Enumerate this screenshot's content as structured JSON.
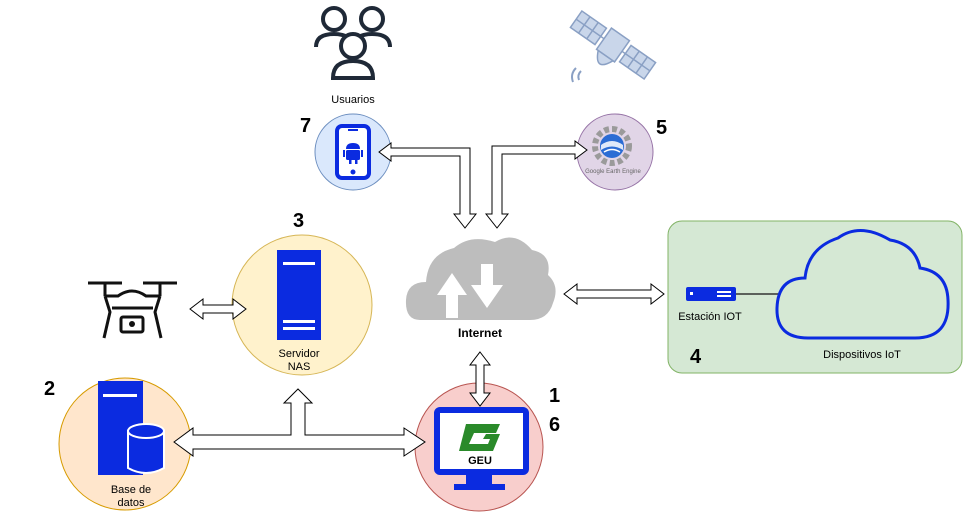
{
  "nodes": {
    "usuarios": {
      "label": "Usuarios",
      "number": "7"
    },
    "satellite": {
      "label": "Google Earth Engine",
      "number": "5"
    },
    "servidor": {
      "label_line1": "Servidor",
      "label_line2": "NAS",
      "number": "3"
    },
    "internet": {
      "label": "Internet"
    },
    "iot": {
      "station_label": "Estación IOT",
      "devices_label": "Dispositivos IoT",
      "number": "4"
    },
    "database": {
      "label_line1": "Base de",
      "label_line2": "datos",
      "number": "2"
    },
    "geu": {
      "label": "GEU",
      "number_a": "1",
      "number_b": "6"
    }
  },
  "colors": {
    "blue_fill": "#dae8fc",
    "blue_stroke": "#6c8ebf",
    "purple_fill": "#e1d5e7",
    "purple_stroke": "#9673a6",
    "yellow_fill": "#fff2cc",
    "yellow_stroke": "#d6b656",
    "orange_fill": "#ffe6cc",
    "orange_stroke": "#d79b00",
    "red_fill": "#f8cecc",
    "red_stroke": "#b85450",
    "green_fill": "#d5e8d4",
    "green_stroke": "#82b366",
    "device_blue": "#0b2be0",
    "cloud_gray": "#bfbfbf",
    "geu_green": "#2a8a2a"
  }
}
